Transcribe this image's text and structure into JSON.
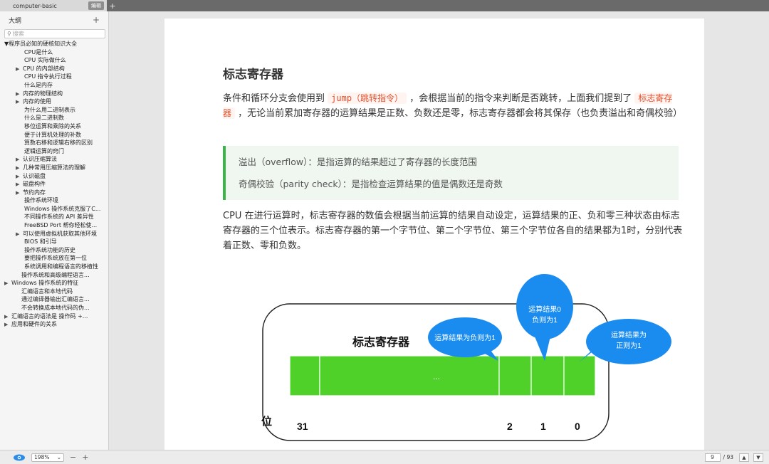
{
  "tab": {
    "title": "computer-basic",
    "badge": "编辑",
    "add": "+"
  },
  "sidebar": {
    "title": "大纲",
    "add": "+",
    "search_placeholder": "搜索",
    "items": [
      {
        "label": "▼程序员必知的硬核知识大全",
        "indent": 0,
        "arrow": false
      },
      {
        "label": "CPU是什么",
        "indent": 2,
        "arrow": false
      },
      {
        "label": "CPU 实际做什么",
        "indent": 2,
        "arrow": false
      },
      {
        "label": "CPU 的内部结构",
        "indent": 1,
        "arrow": true
      },
      {
        "label": "CPU 指令执行过程",
        "indent": 2,
        "arrow": false
      },
      {
        "label": "什么是内存",
        "indent": 2,
        "arrow": false
      },
      {
        "label": "内存的物理结构",
        "indent": 1,
        "arrow": true
      },
      {
        "label": "内存的使用",
        "indent": 1,
        "arrow": true
      },
      {
        "label": "为什么用二进制表示",
        "indent": 2,
        "arrow": false
      },
      {
        "label": "什么是二进制数",
        "indent": 2,
        "arrow": false
      },
      {
        "label": "移位运算和乘除的关系",
        "indent": 2,
        "arrow": false
      },
      {
        "label": "便于计算机处理的补数",
        "indent": 2,
        "arrow": false
      },
      {
        "label": "算数右移和逻辑右移的区别",
        "indent": 2,
        "arrow": false
      },
      {
        "label": "逻辑运算的窍门",
        "indent": 2,
        "arrow": false
      },
      {
        "label": "认识压缩算法",
        "indent": 1,
        "arrow": true
      },
      {
        "label": "几种常用压缩算法的理解",
        "indent": 1,
        "arrow": true
      },
      {
        "label": "认识磁盘",
        "indent": 1,
        "arrow": true
      },
      {
        "label": "磁盘构件",
        "indent": 1,
        "arrow": true
      },
      {
        "label": "节约内存",
        "indent": 1,
        "arrow": true
      },
      {
        "label": "操作系统环境",
        "indent": 2,
        "arrow": false
      },
      {
        "label": "Windows 操作系统克服了C...",
        "indent": 2,
        "arrow": false
      },
      {
        "label": "不同操作系统的 API 差异性",
        "indent": 2,
        "arrow": false
      },
      {
        "label": "FreeBSD Port 帮你轻松使...",
        "indent": 2,
        "arrow": false
      },
      {
        "label": "可以使用虚拟机获取其他环境",
        "indent": 1,
        "arrow": true
      },
      {
        "label": "BIOS 和引导",
        "indent": 2,
        "arrow": false
      },
      {
        "label": "操作系统功能的历史",
        "indent": 2,
        "arrow": false
      },
      {
        "label": "要把操作系统放在第一位",
        "indent": 2,
        "arrow": false
      },
      {
        "label": "系统调用和编程语言的移植性",
        "indent": 2,
        "arrow": false
      },
      {
        "label": "操作系统和高级编程语言...",
        "indent": 3,
        "arrow": false
      },
      {
        "label": "Windows 操作系统的特征",
        "indent": 0,
        "arrow": true
      },
      {
        "label": "汇编语言和本地代码",
        "indent": 3,
        "arrow": false
      },
      {
        "label": "通过编译器输出汇编语言...",
        "indent": 3,
        "arrow": false
      },
      {
        "label": "不会转换成本地代码的伪...",
        "indent": 3,
        "arrow": false
      },
      {
        "label": "汇编语言的语法是 操作码 +...",
        "indent": 0,
        "arrow": true
      },
      {
        "label": "应用和硬件的关系",
        "indent": 0,
        "arrow": true
      }
    ]
  },
  "doc": {
    "heading": "标志寄存器",
    "p1_a": "条件和循环分支会使用到",
    "p1_code1": "jump（跳转指令）",
    "p1_b": "，会根据当前的指令来判断是否跳转，上面我们提到了",
    "p1_code2": "标志寄存器",
    "p1_c": "，无论当前累加寄存器的运算结果是正数、负数还是零，标志寄存器都会将其保存（也负责溢出和奇偶校验）",
    "quote1": "溢出（overflow）：是指运算的结果超过了寄存器的长度范围",
    "quote2": "奇偶校验（parity check）：是指检查运算结果的值是偶数还是奇数",
    "p2": "CPU 在进行运算时，标志寄存器的数值会根据当前运算的结果自动设定，运算结果的正、负和零三种状态由标志寄存器的三个位表示。标志寄存器的第一个字节位、第二个字节位、第三个字节位各自的结果都为1时，分别代表着正数、零和负数。"
  },
  "diagram": {
    "title": "标志寄存器",
    "bit_label": "位",
    "bit31": "31",
    "bit2": "2",
    "bit1": "1",
    "bit0": "0",
    "ellipsis": "...",
    "bubble_neg": "运算结果为负则为1",
    "bubble_zero_1": "运算结果0",
    "bubble_zero_2": "负则为1",
    "bubble_pos_1": "运算结果为",
    "bubble_pos_2": "正则为1",
    "colors": {
      "register": "#4fd12a",
      "bubble": "#1a8cf0"
    }
  },
  "status": {
    "zoom": "198%",
    "zoom_minus": "−",
    "zoom_plus": "+",
    "page_current": "9",
    "page_total": "/ 93",
    "prev": "▲",
    "next": "▼"
  }
}
